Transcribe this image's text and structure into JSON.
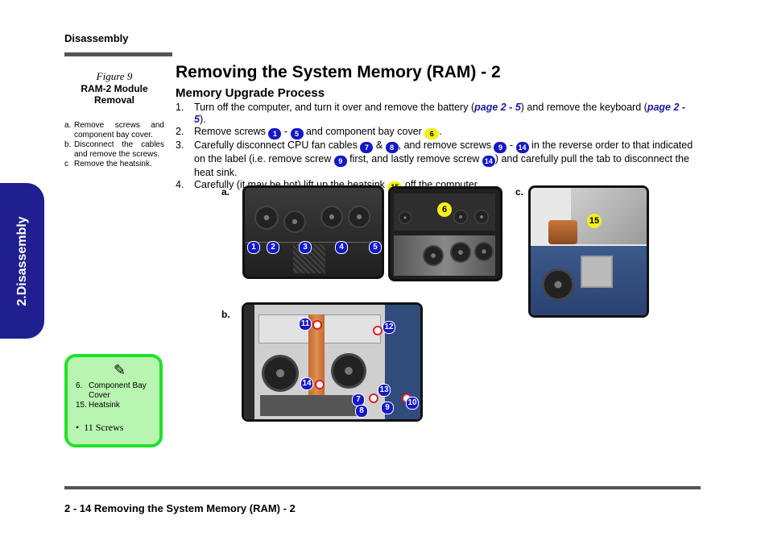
{
  "header": {
    "section": "Disassembly"
  },
  "side_tab": {
    "label": "2.Disassembly"
  },
  "figure": {
    "number": "Figure 9",
    "title_line1": "RAM-2 Module",
    "title_line2": "Removal",
    "steps": [
      {
        "letter": "a.",
        "text": "Remove screws and component bay cover."
      },
      {
        "letter": "b.",
        "text": "Disconnect the cables and remove the screws."
      },
      {
        "letter": "c",
        "text": "Remove the heatsink."
      }
    ]
  },
  "note": {
    "icon": "pencil-icon",
    "items": [
      {
        "num": "6.",
        "text": "Component Bay Cover"
      },
      {
        "num": "15.",
        "text": "Heatsink"
      }
    ],
    "bullet": "11 Screws"
  },
  "main": {
    "title": "Removing the System Memory (RAM) - 2",
    "subtitle": "Memory Upgrade Process",
    "steps": {
      "s1": {
        "num": "1.",
        "a": "Turn off the computer, and turn it over and remove the battery (",
        "ref1": "page 2 - 5",
        "b": ") and remove the keyboard (",
        "ref2": "page 2 - 5",
        "c": ")."
      },
      "s2": {
        "num": "2.",
        "a": "Remove screws ",
        "b1": "1",
        "sep": " - ",
        "b2": "5",
        "c": " and component bay cover ",
        "y": "6",
        "d": "."
      },
      "s3": {
        "num": "3.",
        "a": "Carefully disconnect CPU fan cables ",
        "b1": "7",
        "amp": " & ",
        "b2": "8",
        "c": ", and remove screws ",
        "b3": "9",
        "sep": " - ",
        "b4": "14",
        "d": " in the reverse order to that indicated on the label (i.e. remove screw ",
        "b5": "9",
        "e": " first, and lastly remove screw ",
        "b6": "14",
        "f": ") and carefully pull the tab to disconnect the heat sink."
      },
      "s4": {
        "num": "4.",
        "a": "Carefully (it may be hot) lift up the heatsink ",
        "y": "15",
        "b": " off the computer."
      }
    }
  },
  "photos": {
    "label_a": "a.",
    "label_b": "b.",
    "label_c": "c.",
    "a_callouts": [
      "1",
      "2",
      "3",
      "4",
      "5"
    ],
    "a2_callout": "6",
    "b_callouts": [
      "11",
      "12",
      "14",
      "13",
      "7",
      "8",
      "9",
      "10"
    ],
    "c_callout": "15"
  },
  "footer": {
    "text": "2  -  14  Removing the System Memory (RAM) - 2"
  }
}
